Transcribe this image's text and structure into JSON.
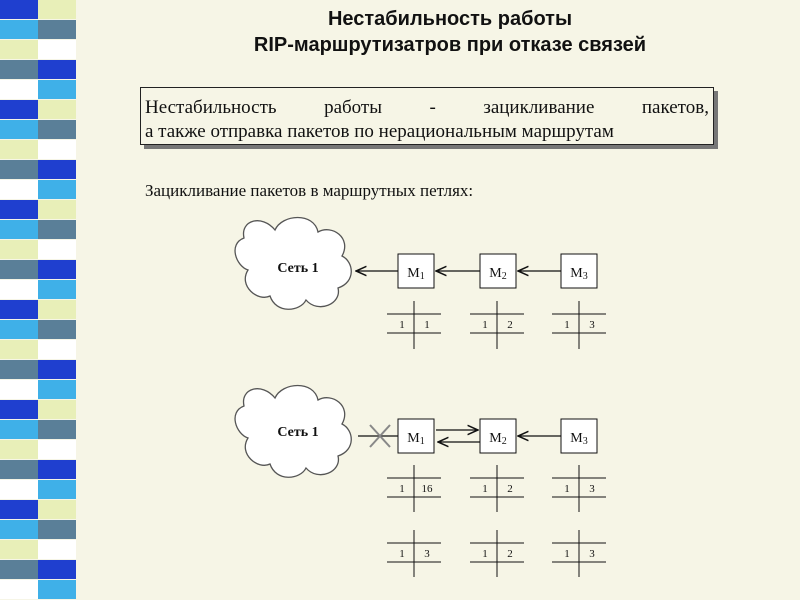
{
  "title": {
    "line1": "Нестабильность работы",
    "line2": "RIP-маршрутизатров при отказе связей"
  },
  "definition": {
    "line1_words": [
      "Нестабильность",
      "работы",
      "-",
      "зацикливание",
      "пакетов,"
    ],
    "line2": "а также отправка пакетов по нерациональным маршрутам"
  },
  "subtitle": "Зацикливание пакетов в маршрутных петлях:",
  "stripe_colors": [
    "#1f3fcf",
    "#3fb0e8",
    "#e8efb8",
    "#5a7f98",
    "#ffffff"
  ],
  "diagram1": {
    "network_label": "Сеть 1",
    "routers": [
      "M1",
      "M2",
      "M3"
    ],
    "tables": [
      [
        "1",
        "1"
      ],
      [
        "1",
        "2"
      ],
      [
        "1",
        "3"
      ]
    ]
  },
  "diagram2": {
    "network_label": "Сеть 1",
    "routers": [
      "M1",
      "M2",
      "M3"
    ],
    "tables_row1": [
      [
        "1",
        "16"
      ],
      [
        "1",
        "2"
      ],
      [
        "1",
        "3"
      ]
    ],
    "tables_row2": [
      [
        "1",
        "3"
      ],
      [
        "1",
        "2"
      ],
      [
        "1",
        "3"
      ]
    ]
  }
}
